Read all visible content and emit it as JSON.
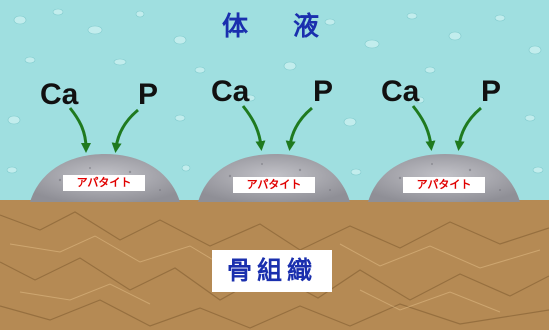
{
  "body_fluid_label": "体 液",
  "bone_tissue_label": "骨組織",
  "deposits": [
    {
      "calcium": "Ca",
      "phosphorus": "P",
      "label": "アパタイト"
    },
    {
      "calcium": "Ca",
      "phosphorus": "P",
      "label": "アパタイト"
    },
    {
      "calcium": "Ca",
      "phosphorus": "P",
      "label": "アパタイト"
    }
  ],
  "colors": {
    "body_fluid": "#9fdfe0",
    "bone_tissue": "#b58a54",
    "apatite": "#a7a7ad",
    "arrow": "#1f7a1f",
    "label_blue": "#1a2fae",
    "label_red": "#e00000"
  }
}
